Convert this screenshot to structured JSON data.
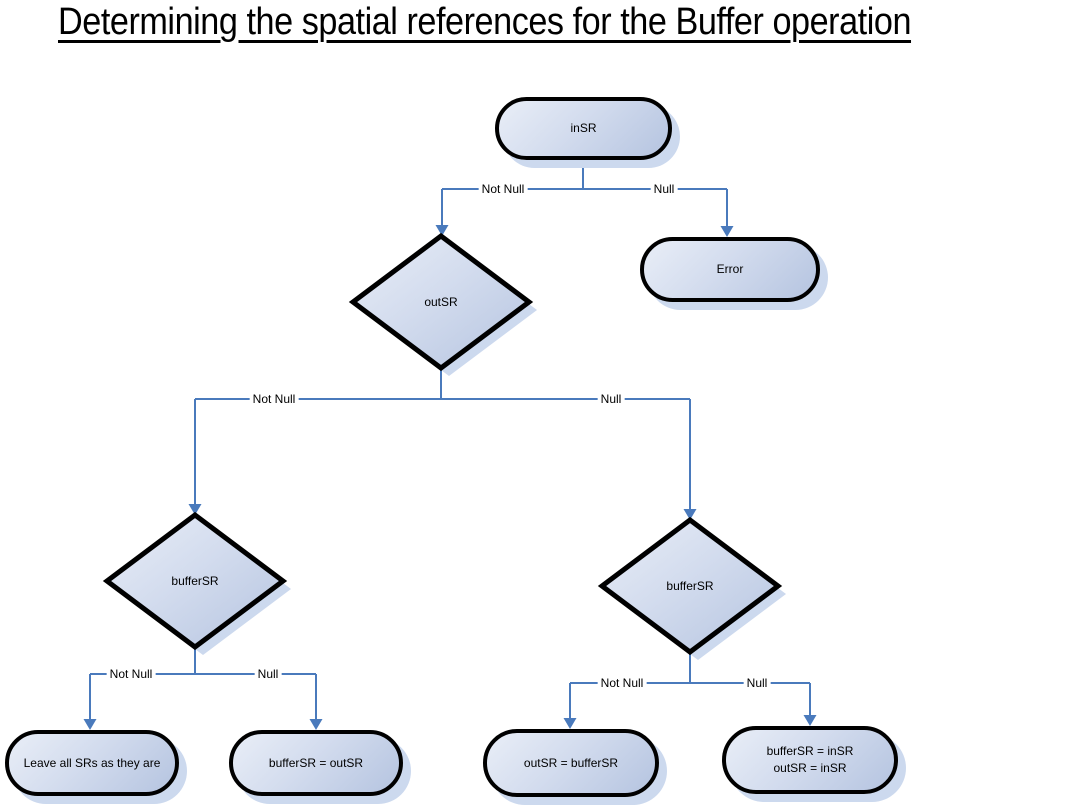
{
  "title": "Determining the spatial references for the Buffer operation",
  "nodes": {
    "insr": {
      "label": "inSR"
    },
    "error": {
      "label": "Error"
    },
    "outsr": {
      "label": "outSR"
    },
    "buffersr_left": {
      "label": "bufferSR"
    },
    "buffersr_right": {
      "label": "bufferSR"
    },
    "leave_all": {
      "label": "Leave all SRs as they are"
    },
    "buffersr_eq_outsr": {
      "label": "bufferSR = outSR"
    },
    "outsr_eq_buffersr": {
      "label": "outSR = bufferSR"
    },
    "buffersr_insr": {
      "line1": "bufferSR = inSR",
      "line2": "outSR = inSR"
    }
  },
  "edges": {
    "insr_not_null": "Not Null",
    "insr_null": "Null",
    "outsr_not_null": "Not Null",
    "outsr_null": "Null",
    "buffersr_left_not_null": "Not Null",
    "buffersr_left_null": "Null",
    "buffersr_right_not_null": "Not Null",
    "buffersr_right_null": "Null"
  },
  "colors": {
    "connector": "#4a7abc",
    "node_border": "#000000",
    "node_fill_top": "#e9eef7",
    "node_fill_bottom": "#b5c4e0",
    "shadow": "#ccd9ee"
  }
}
